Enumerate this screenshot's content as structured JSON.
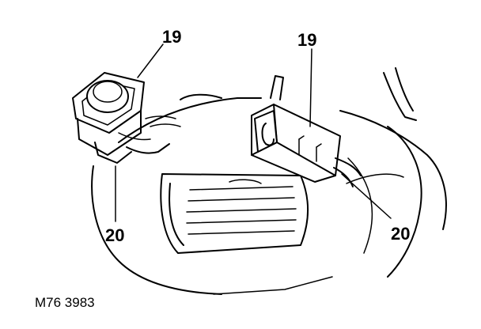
{
  "diagram": {
    "callouts": [
      {
        "id": "switch-left",
        "label": "19"
      },
      {
        "id": "switch-right",
        "label": "19"
      },
      {
        "id": "connector-left",
        "label": "20"
      },
      {
        "id": "connector-right",
        "label": "20"
      }
    ],
    "reference": "M76 3983"
  }
}
